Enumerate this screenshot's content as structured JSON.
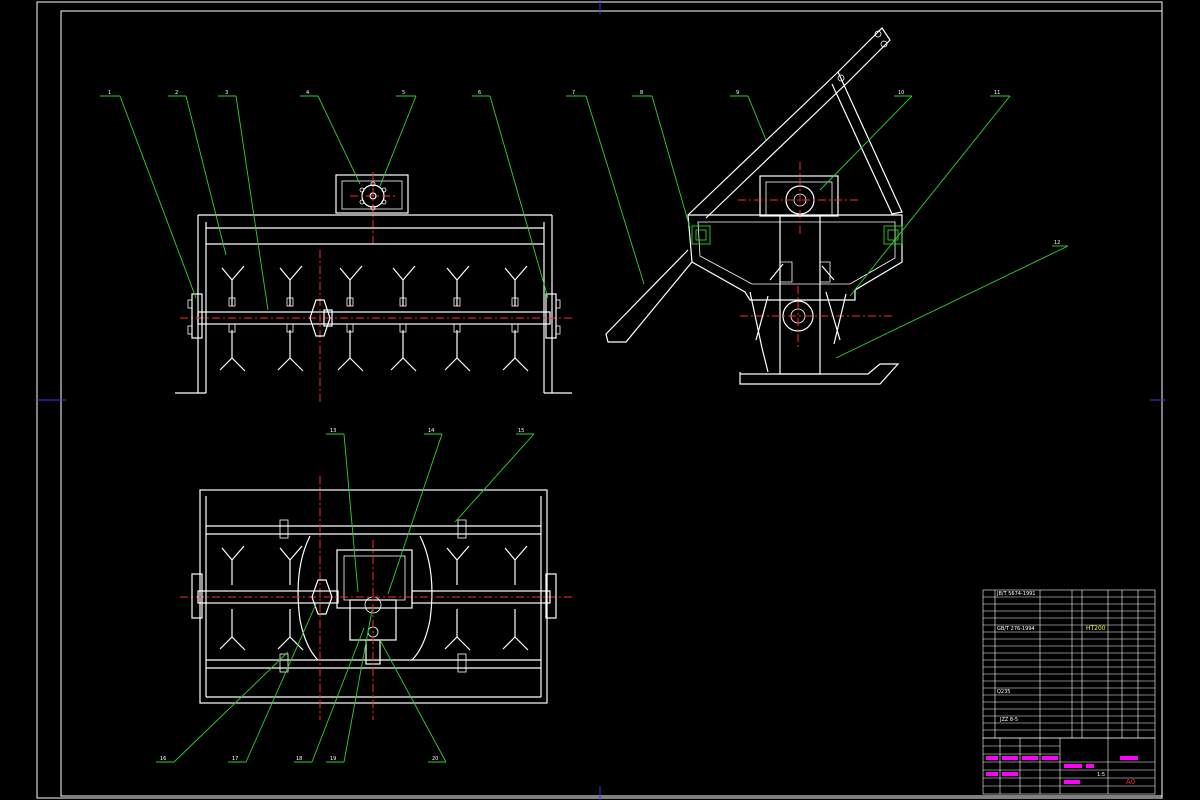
{
  "drawing": {
    "sheet_size": "A0",
    "balloon_tags": [
      "1",
      "2",
      "3",
      "4",
      "5",
      "6",
      "7",
      "8",
      "9",
      "10",
      "11",
      "12",
      "13",
      "14",
      "15",
      "16",
      "17",
      "18",
      "19",
      "20"
    ],
    "title_block_material": "HT200",
    "title_block_code_1": "JB/T 5674-1991",
    "title_block_code_2": "GB/T 276-1994",
    "title_block_code_3": "JZZ 8-5",
    "title_block_row_mark": "Q235",
    "title_block_scale": "1:5"
  },
  "colors": {
    "background": "#000000",
    "outline": "#ffffff",
    "centerline": "#ff2a2a",
    "leader": "#2bd42b",
    "sheet_marker": "#3a3af0",
    "highlight": "#ff00ff",
    "note": "#ffff33"
  }
}
